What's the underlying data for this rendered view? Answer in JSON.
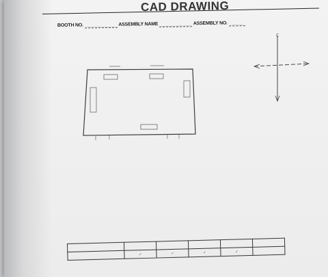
{
  "page": {
    "title": "CAD DRAWING"
  },
  "header": {
    "booth_label": "BOOTH NO.",
    "booth_value": "___________",
    "assembly_name_label": "ASSEMBLY NAME",
    "assembly_name_value": "___________",
    "assembly_no_label": "ASSEMBLY NO.",
    "assembly_no_value": "_____"
  },
  "drawing": {
    "compass_label": "C"
  },
  "signoff": {
    "row1_label": "",
    "row2_label": "",
    "columns": [
      "",
      "",
      "",
      "",
      ""
    ],
    "checks": [
      true,
      true,
      true,
      true,
      false
    ]
  }
}
